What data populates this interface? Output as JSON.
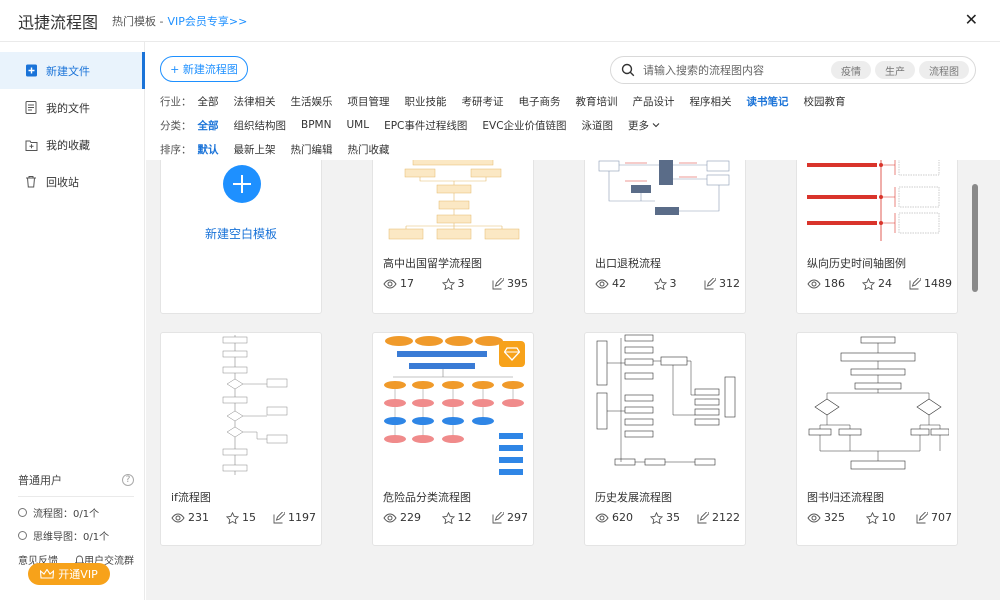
{
  "window": {
    "app_title": "迅捷流程图",
    "sub_title": "热门模板 -",
    "vip_link": "VIP会员专享>>",
    "close_glyph": "✕"
  },
  "sidebar": {
    "items": [
      {
        "label": "新建文件",
        "icon": "new-file-icon",
        "active": true
      },
      {
        "label": "我的文件",
        "icon": "document-icon",
        "active": false
      },
      {
        "label": "我的收藏",
        "icon": "favorite-folder-icon",
        "active": false
      },
      {
        "label": "回收站",
        "icon": "trash-icon",
        "active": false
      }
    ],
    "user_type": "普通用户",
    "help_glyph": "?",
    "quota_flowchart": "流程图：0/1个",
    "quota_mindmap": "思维导图：0/1个",
    "feedback": "意见反馈",
    "user_group": "用户交流群",
    "vip_button": "开通VIP"
  },
  "toolbar": {
    "new_flow_button": "+ 新建流程图",
    "search_placeholder": "请输入搜索的流程图内容",
    "search_tags": [
      "疫情",
      "生产",
      "流程图"
    ]
  },
  "filters": {
    "industry_label": "行业：",
    "industry": [
      "全部",
      "法律相关",
      "生活娱乐",
      "项目管理",
      "职业技能",
      "考研考证",
      "电子商务",
      "教育培训",
      "产品设计",
      "程序相关",
      "读书笔记",
      "校园教育"
    ],
    "industry_selected": 10,
    "category_label": "分类：",
    "category": [
      "全部",
      "组织结构图",
      "BPMN",
      "UML",
      "EPC事件过程线图",
      "EVC企业价值链图",
      "泳道图",
      "更多"
    ],
    "category_selected": 0,
    "sort_label": "排序：",
    "sort": [
      "默认",
      "最新上架",
      "热门编辑",
      "热门收藏"
    ],
    "sort_selected": 0
  },
  "new_blank_label": "新建空白模板",
  "cards_row1": [
    {
      "title": "高中出国留学流程图",
      "views": "17",
      "likes": "3",
      "edits": "395"
    },
    {
      "title": "出口退税流程",
      "views": "42",
      "likes": "3",
      "edits": "312"
    },
    {
      "title": "纵向历史时间轴图例",
      "views": "186",
      "likes": "24",
      "edits": "1489"
    }
  ],
  "cards_row2": [
    {
      "title": "if流程图",
      "views": "231",
      "likes": "15",
      "edits": "1197"
    },
    {
      "title": "危险品分类流程图",
      "views": "229",
      "likes": "12",
      "edits": "297"
    },
    {
      "title": "历史发展流程图",
      "views": "620",
      "likes": "35",
      "edits": "2122"
    },
    {
      "title": "图书归还流程图",
      "views": "325",
      "likes": "10",
      "edits": "707"
    }
  ],
  "colors": {
    "accent": "#1e90ff",
    "vip": "#f7a21a",
    "red_timeline": "#d9342b"
  }
}
